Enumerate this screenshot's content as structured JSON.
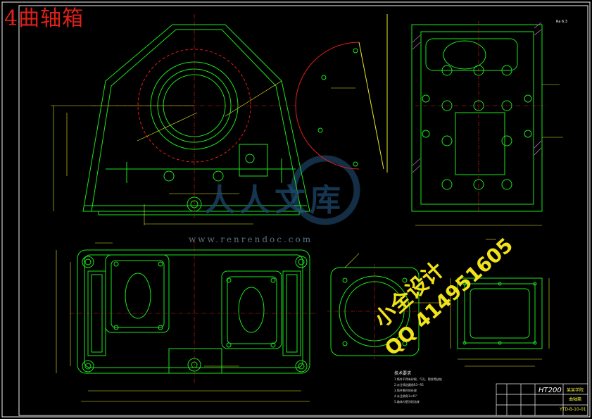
{
  "title_block": {
    "drawing_title": "4曲轴箱",
    "material": "HT200",
    "company": "某某学院",
    "part_name": "曲轴箱",
    "drawing_code": "YTD-B-10-01"
  },
  "notes": {
    "heading": "技术要求",
    "items": [
      "1.铸件不得有砂眼、气孔、裂纹等缺陷",
      "2.未注铸造圆角R3~R5",
      "3.铸件需时效处理",
      "4.未注倒角1×45°",
      "5.箱体内壁涂耐油漆"
    ]
  },
  "roughness_mark": "Ra 6.3",
  "watermarks": {
    "logo": "人人文库",
    "site": "www.renrendoc.com",
    "design": "小全设计",
    "qq": "QQ 414951605"
  },
  "colors": {
    "outline": "#19e61a",
    "dimension": "#e8e824",
    "centerline": "#e0201a",
    "frame": "#f5f5f5",
    "note_text": "#d8d8d8"
  }
}
